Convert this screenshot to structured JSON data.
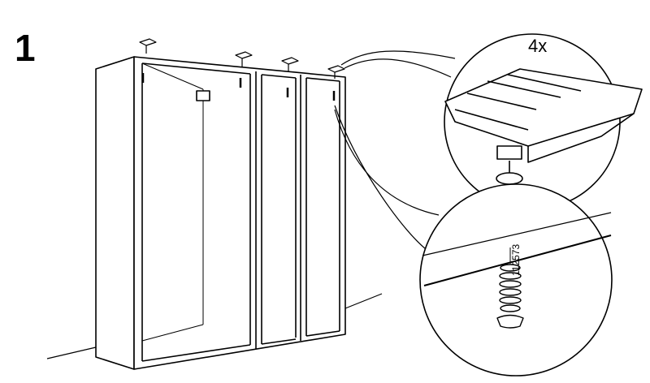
{
  "step_number": "1",
  "quantity_label": "4x",
  "part_number": "112573"
}
